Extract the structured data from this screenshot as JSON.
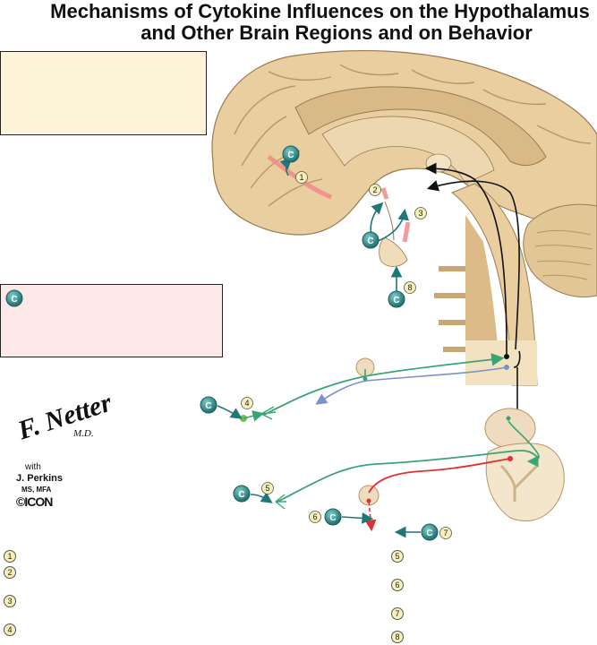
{
  "title": {
    "line1": "Mechanisms of Cytokine Influences on the Hypothalamus",
    "line2": "and Other Brain Regions and on Behavior"
  },
  "cytokine_symbol": "C",
  "step_numbers": [
    "1",
    "2",
    "3",
    "4",
    "5",
    "6",
    "7",
    "8"
  ],
  "legend_left": [
    "1",
    "2",
    "3",
    "4"
  ],
  "legend_right": [
    "5",
    "6",
    "7",
    "8"
  ],
  "signature": {
    "artist": "F. Netter",
    "artist_suffix": "M.D.",
    "with": "with",
    "coauthor": "J. Perkins",
    "coauthor_degrees": "MS, MFA",
    "copyright_logo": "©ICON"
  },
  "colors": {
    "brain_tan": "#e9cfa0",
    "cytokine_teal": "#2a8a8a",
    "vagal_green": "#3aa574",
    "blue_pathway": "#7e8fd0",
    "pain_red": "#e03030",
    "callout_yellow": "#f6f0b8",
    "box_yellow": "#fcf3d8",
    "box_pink": "#fde8e8"
  }
}
